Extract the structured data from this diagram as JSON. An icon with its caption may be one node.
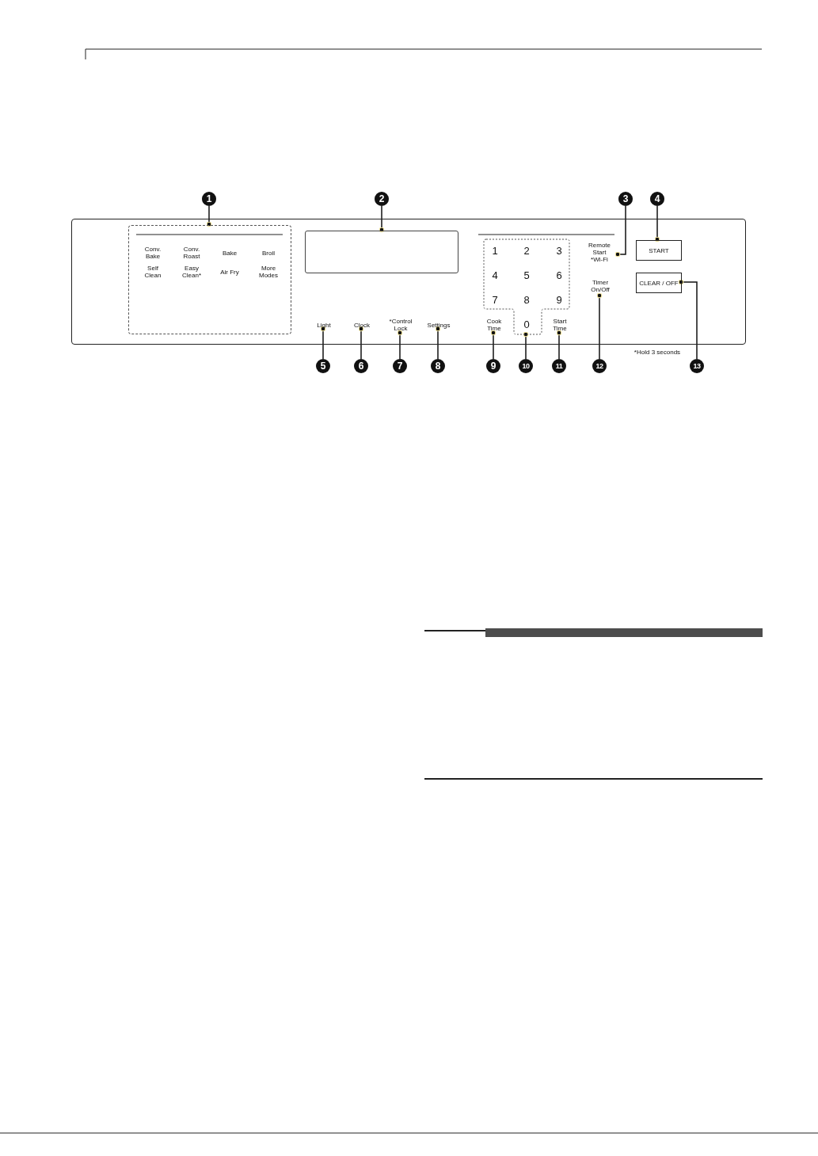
{
  "diagram": {
    "nodes": [
      {
        "text": [],
        "shape": "box"
      },
      {
        "text": [
          "1"
        ]
      },
      {
        "text": [
          "2"
        ]
      },
      {
        "text": [
          "3"
        ]
      },
      {
        "text": [
          "4"
        ]
      },
      {
        "text": [
          "Conv. Bake",
          "Conv. Roast",
          "Bake",
          "Broil",
          "Self Clean",
          "Easy Clean*",
          "Air Fry",
          "More Modes"
        ],
        "in": 0
      },
      {
        "text": [],
        "shape": "box",
        "in": 0
      },
      {
        "text": [
          "1",
          "2",
          "3",
          "4",
          "5",
          "6",
          "7",
          "8",
          "9",
          "0"
        ],
        "in": 0
      },
      {
        "text": [
          "Remote Start",
          "*Wi-Fi"
        ],
        "in": 0
      },
      {
        "text": [
          "START"
        ],
        "in": 0
      },
      {
        "text": [
          "Timer On/Off"
        ],
        "in": 0
      },
      {
        "text": [
          "CLEAR / OFF"
        ],
        "in": 0
      },
      {
        "text": [
          "Light"
        ],
        "in": 0
      },
      {
        "text": [
          "Clock"
        ],
        "in": 0
      },
      {
        "text": [
          "*Control Lock"
        ],
        "in": 0
      },
      {
        "text": [
          "Settings"
        ],
        "in": 0
      },
      {
        "text": [
          "Cook Time"
        ],
        "in": 0
      },
      {
        "text": [
          "Start Time"
        ],
        "in": 0
      },
      {
        "text": [
          "5"
        ]
      },
      {
        "text": [
          "6"
        ]
      },
      {
        "text": [
          "7"
        ]
      },
      {
        "text": [
          "8"
        ]
      },
      {
        "text": [
          "9"
        ]
      },
      {
        "text": [
          "10"
        ]
      },
      {
        "text": [
          "11"
        ]
      },
      {
        "text": [
          "12"
        ]
      },
      {
        "text": [
          "13"
        ]
      }
    ],
    "edges": [
      {
        "from": 1,
        "to": 5,
        "arrow": "other"
      },
      {
        "from": 2,
        "to": 6,
        "arrow": "other"
      },
      {
        "from": 3,
        "to": 8,
        "arrow": "other"
      },
      {
        "from": 4,
        "to": 9,
        "arrow": "other"
      },
      {
        "from": 18,
        "to": 12,
        "arrow": "other"
      },
      {
        "from": 19,
        "to": 13,
        "arrow": "other"
      },
      {
        "from": 20,
        "to": 14,
        "arrow": "other"
      },
      {
        "from": 21,
        "to": 15,
        "arrow": "other"
      },
      {
        "from": 22,
        "to": 16,
        "arrow": "other"
      },
      {
        "from": 23,
        "to": 7,
        "arrow": "other"
      },
      {
        "from": 24,
        "to": 17,
        "arrow": "other"
      },
      {
        "from": 25,
        "to": 10,
        "arrow": "other"
      },
      {
        "from": 26,
        "to": 11,
        "arrow": "other"
      }
    ],
    "labels": [
      "*Hold 3 seconds"
    ]
  }
}
